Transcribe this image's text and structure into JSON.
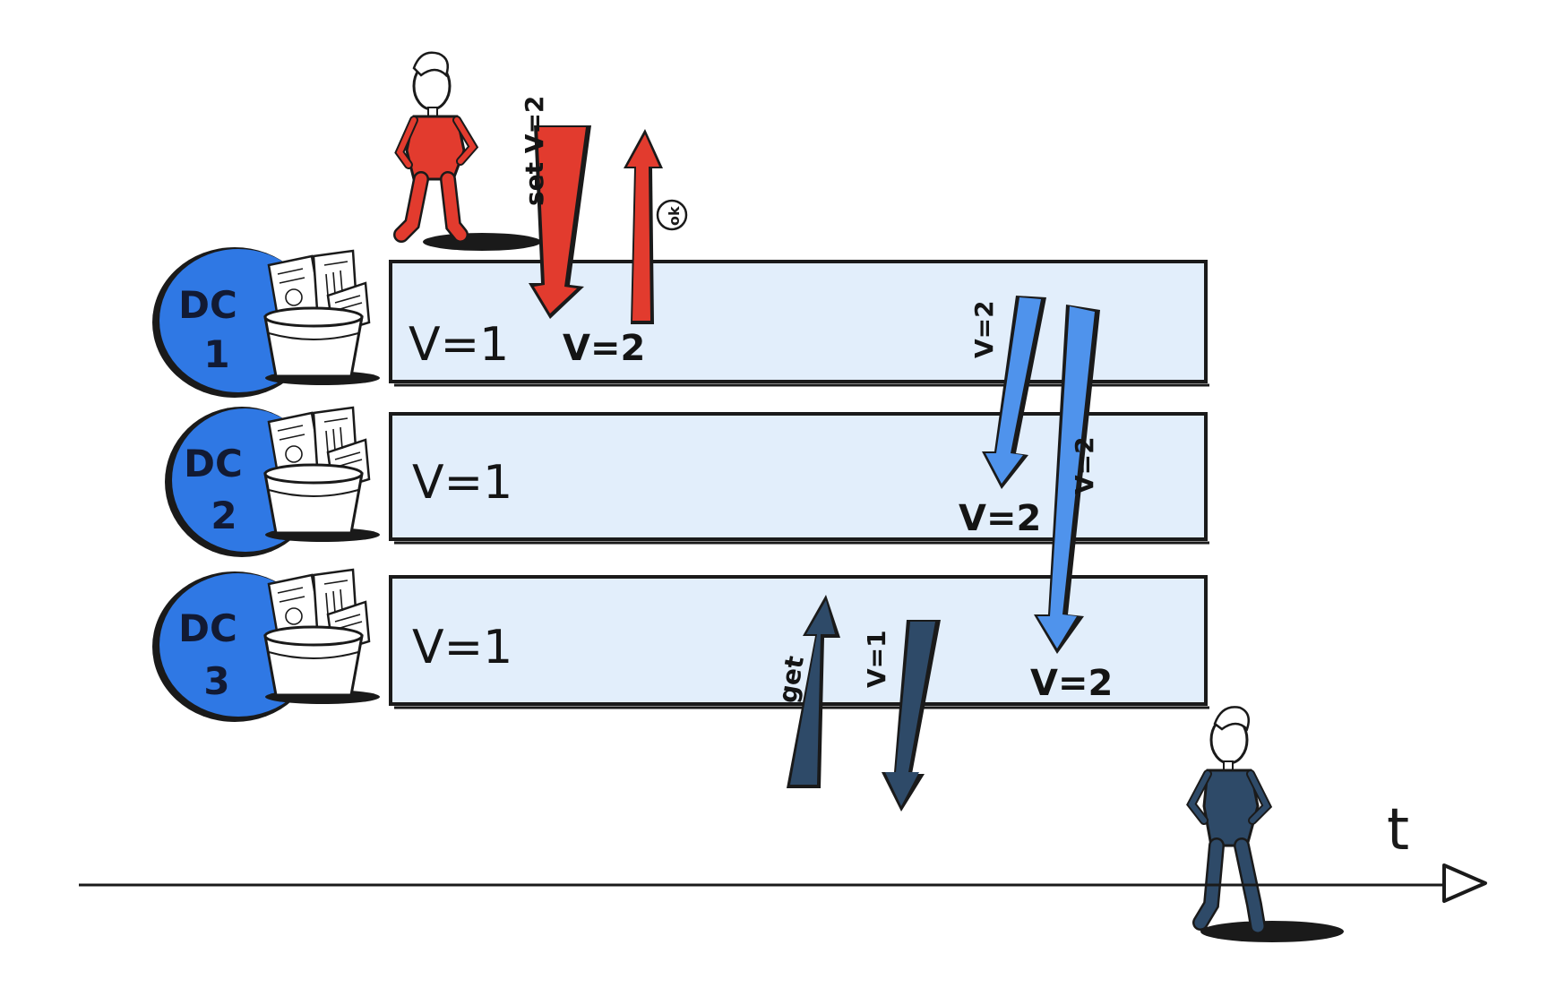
{
  "datacenters": [
    {
      "line1": "DC",
      "line2": "1",
      "value": "V=1"
    },
    {
      "line1": "DC",
      "line2": "2",
      "value": "V=1"
    },
    {
      "line1": "DC",
      "line2": "3",
      "value": "V=1"
    }
  ],
  "writer": {
    "request_label": "set V=2",
    "ack_label": "ok",
    "written_value": "V=2"
  },
  "replication": {
    "arrow1_label": "V=2",
    "arrow2_label": "V=2",
    "dc2_result": "V=2",
    "dc3_result": "V=2"
  },
  "reader": {
    "request_label": "get",
    "response_label": "V=1"
  },
  "time_axis": {
    "label": "t"
  },
  "colors": {
    "dc_circle": "#2f78e4",
    "lane_fill": "#e2eefb",
    "writer": "#e23b2e",
    "replication": "#4f93ec",
    "reader": "#2e4a68"
  }
}
